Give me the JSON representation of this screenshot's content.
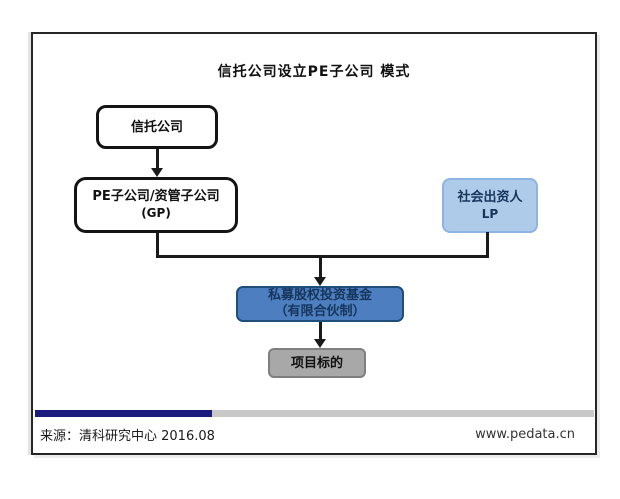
{
  "title": "信托公司设立PE子公司 模式",
  "nodes": {
    "trust": {
      "label": "信托公司"
    },
    "pe_sub": {
      "label": "PE子公司/资管子公司",
      "sublabel": "(GP)"
    },
    "lp": {
      "label": "社会出资人",
      "sublabel": "LP"
    },
    "fund": {
      "label": "私募股权投资基金",
      "sublabel": "（有限合伙制）"
    },
    "target": {
      "label": "项目标的"
    }
  },
  "footer": {
    "source": "来源：清科研究中心 2016.08",
    "website": "www.pedata.cn"
  },
  "colors": {
    "lp_fill": "#aecbe9",
    "lp_border": "#8eb4e3",
    "fund_fill": "#4d7ebf",
    "fund_border": "#1f4e79",
    "target_fill": "#a8a8a8",
    "target_border": "#7f7f7f",
    "bar_navy": "#1b1b7e",
    "bar_gray": "#c8c8c8",
    "line_black": "#1a1a1a",
    "node_text_dark": "#16365c"
  }
}
